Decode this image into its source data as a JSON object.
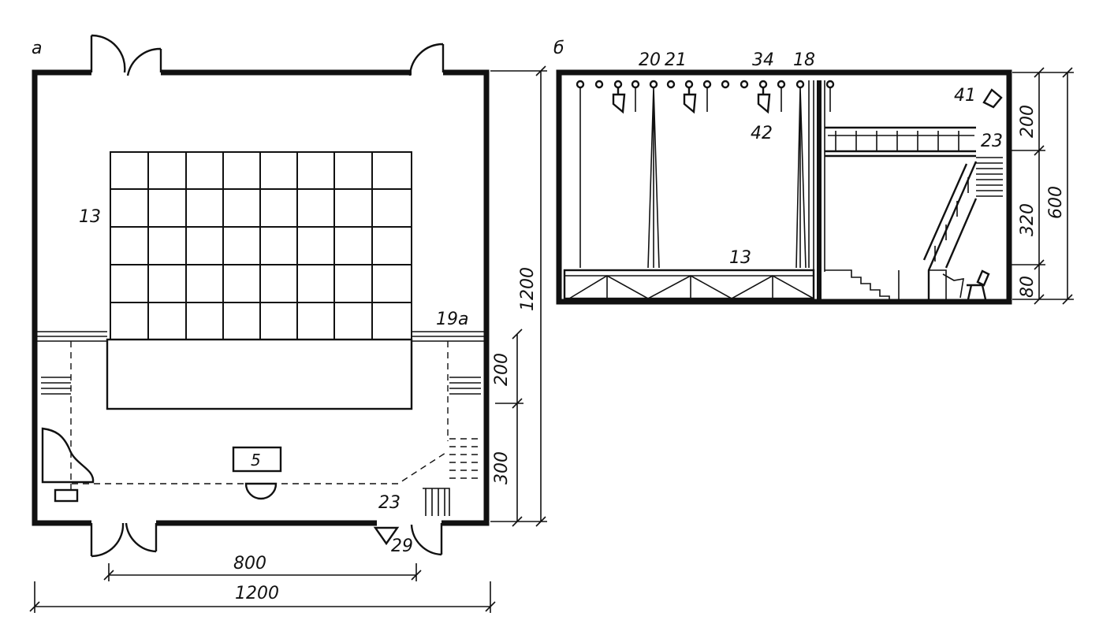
{
  "plan": {
    "panel_label": "а",
    "labels": {
      "platform": "13",
      "gallery": "19а",
      "table": "5",
      "stairs": "23",
      "door_marker": "29"
    },
    "dimensions": {
      "upper_segment": "200",
      "lower_segment": "300",
      "overall_height": "1200",
      "inner_width": "800",
      "overall_width": "1200"
    }
  },
  "section": {
    "panel_label": "б",
    "labels": {
      "bar_20": "20",
      "bar_21": "21",
      "bar_34": "34",
      "bar_18": "18",
      "lamp_42": "42",
      "lamp_41": "41",
      "stairs": "23",
      "platform": "13"
    },
    "dimensions": {
      "top": "200",
      "middle": "320",
      "bottom": "80",
      "total": "600"
    }
  }
}
